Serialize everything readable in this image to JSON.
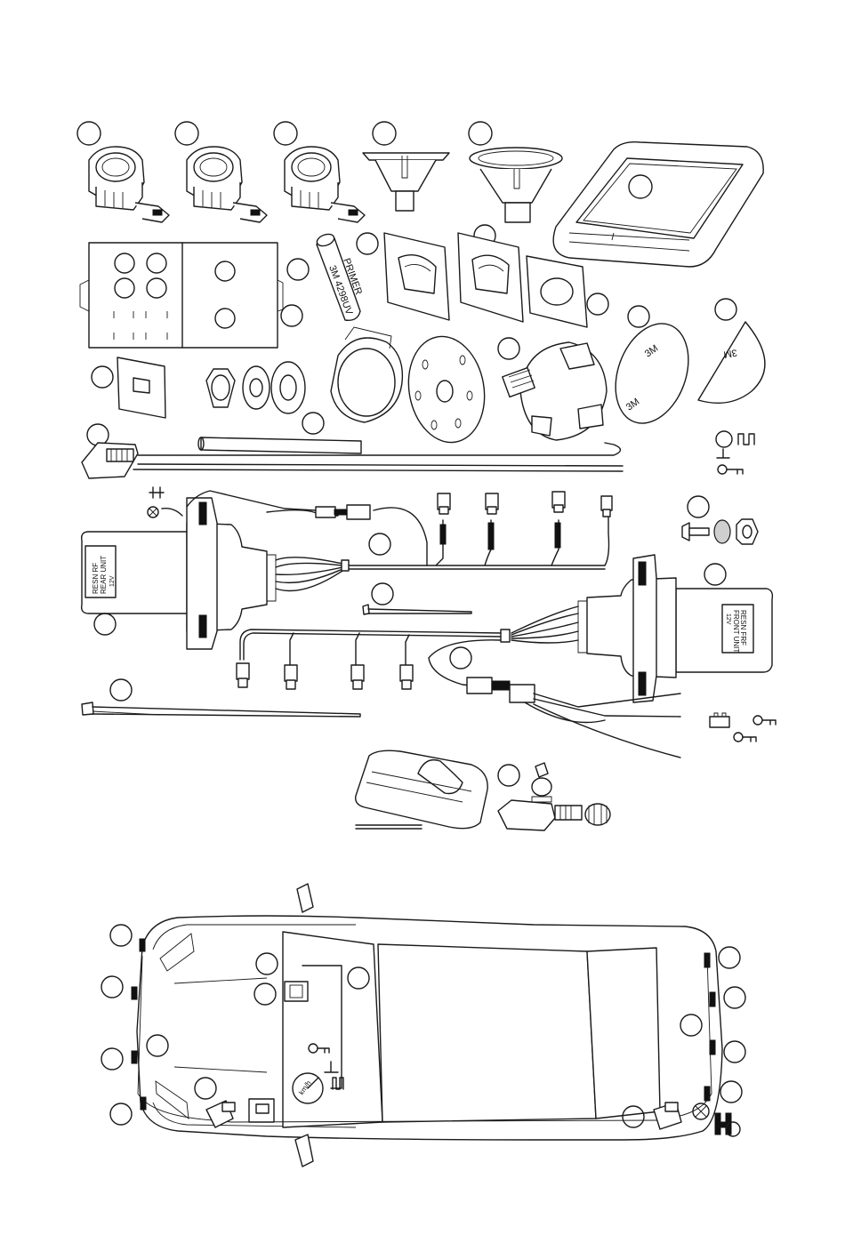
{
  "labels": {
    "primer_line1": "PRIMER",
    "primer_line2": "3M 4298UV",
    "pad_brand_a": "3M",
    "pad_brand_b": "3M",
    "pad_brand_c": "3M",
    "rear_unit_line1": "RESN RF",
    "rear_unit_line2": "REAR UNIT",
    "rear_unit_line3": "12V",
    "front_unit_line1": "RESN FRF",
    "front_unit_line2": "FRONT UNIT",
    "front_unit_line3": "12V",
    "speedo_label": "km/h"
  },
  "icons": [
    "reference-circle-icon",
    "ground-icon",
    "lamp-icon",
    "key-icon",
    "pulse-icon",
    "battery-icon",
    "gear-shift-icon"
  ]
}
